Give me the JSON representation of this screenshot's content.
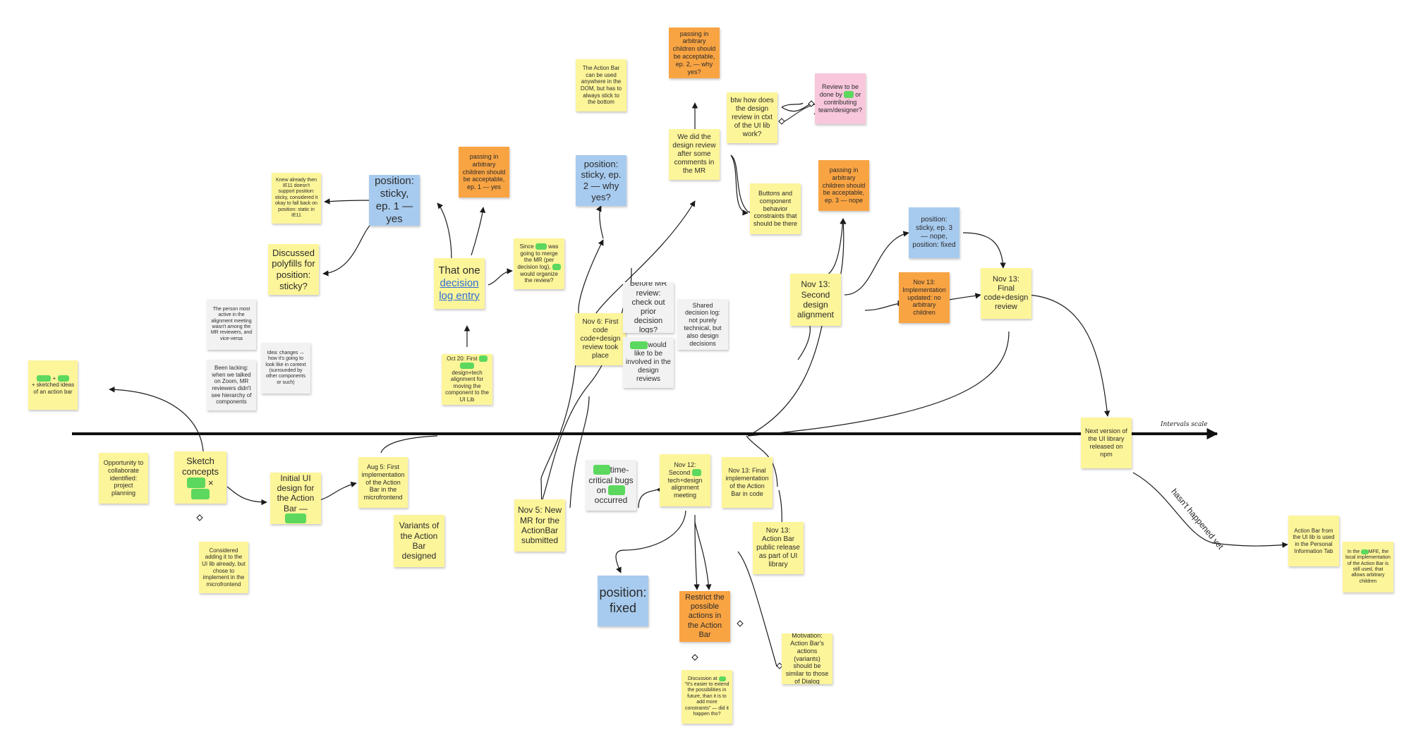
{
  "board": {
    "notes": {
      "n1": "sketched ideas of an action bar",
      "n2": "Opportunity to collaborate identified: project planning",
      "n3": "Sketch concepts",
      "n4": "Considered adding it to the UI lib already, but chose to implement in the microfrontend",
      "n5": "Initial UI design for the Action Bar —",
      "n6": "Aug 5: First implementation of the Action Bar in the microfrontend",
      "n7": "Variants of the Action Bar designed",
      "n8": "The person most active in the alignment meeting wasn't among the MR reviewers, and vice-versa",
      "n9": "Been lacking: when we talked on Zoom, MR reviewers didn't see hierarchy of components",
      "n10": "Idea: changes ↔ how it's going to look like in context (surrounded by other components or such)",
      "n11": "Knew already then IE11 doesn't support position: sticky, considered it okay to fall back on position: static in IE11",
      "n12": "position: sticky, ep. 1 — yes",
      "n13": "Discussed polyfills for position: sticky?",
      "n14a": "That one",
      "n14b": "decision log entry",
      "n15": "passing in arbitrary children should be acceptable, ep. 1 — yes",
      "n16": "Oct 20: First",
      "n16b": "design+tech alignment for moving the component to the UI Lib",
      "n17a": "Since",
      "n17b": "was going to merge the MR (per decision log),",
      "n17c": "would organize the review?",
      "n18": "The Action Bar can be used anywhere in the DOM, but has to always stick to the bottom",
      "n19": "position: sticky, ep. 2 — why yes?",
      "n20": "Nov 6: First code code+design review took place",
      "n21": "Before MR review: check out prior decision logs?",
      "n22": "Shared decision log: not purely technical, but also design decisions",
      "n23": "would like to be involved in the design reviews",
      "n24": "Nov 5: New MR for the ActionBar submitted",
      "n25": "time-critical bugs on",
      "n25b": "occurred",
      "n26": "position: fixed",
      "n27": "passing in arbitrary children should be acceptable, ep. 2, — why yes?",
      "n28": "We did the design review after some comments in the MR",
      "n29": "btw how does the design review in ctxt of the UI lib work?",
      "n30a": "Review to be done by",
      "n30b": "or contributing team/designer?",
      "n31": "Buttons and component behavior constraints that should be there",
      "n32": "Nov 12: Second",
      "n32b": "tech+design alignment meeting",
      "n33": "Restrict the possible actions in the Action Bar",
      "n34a": "Discussion at",
      "n34b": "\"It's easier to extend the possibilities in future, than it is to add more constraints\" — did it happen tho?",
      "n35": "Motivation: Action Bar's actions (variants) should be similar to those of Dialog",
      "n36": "Nov 13: Final implementation of the Action Bar in code",
      "n37": "Nov 13: Action Bar public release as part of UI library",
      "n38": "passing in arbitrary children should be acceptable, ep. 3 — nope",
      "n39": "Nov 13: Second design alignment",
      "n40": "position: sticky, ep. 3 — nope, position: fixed",
      "n41": "Nov 13: Implementation updated: no arbitrary children",
      "n42": "Nov 13: Final code+design review",
      "n43": "Next version of the UI library released on npm",
      "n44": "Action Bar from the UI lib is used in the Personal Information Tab",
      "n45a": "In the",
      "n45b": "MFE, the local implementation of the Action Bar is still used, that allows arbitrary children"
    },
    "labels": {
      "scale": "Intervals scale",
      "hasnt": "hasn't happened yet"
    }
  },
  "colors": {
    "yellow": "#fdf59a",
    "blue": "#a7cbef",
    "orange": "#f9a443",
    "pink": "#f8c7dc",
    "gray": "#f2f2f2",
    "highlight": "#5cd85e",
    "line": "#1a1a1a"
  }
}
